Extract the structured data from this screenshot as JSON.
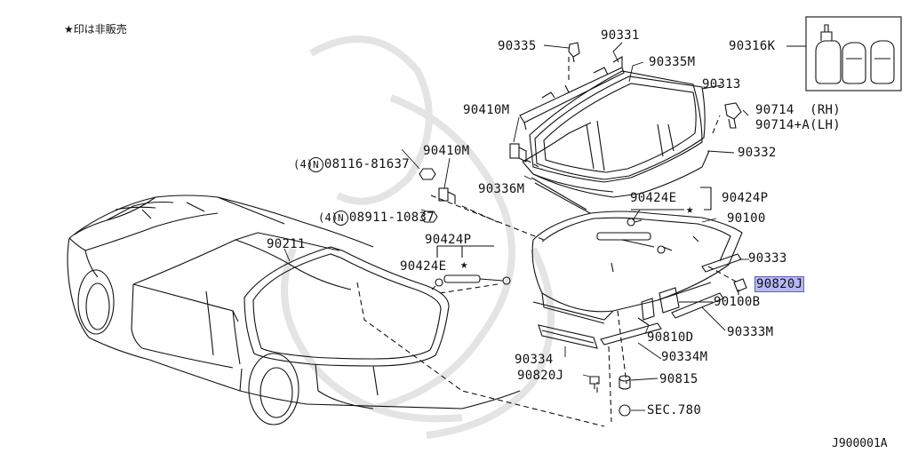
{
  "note": {
    "star": "★",
    "text": "印は非販売"
  },
  "diagram_code": "J900001A",
  "parts": {
    "p90335": "90335",
    "p90331": "90331",
    "p90335M": "90335M",
    "p90316K": "90316K",
    "p90313": "90313",
    "p90410M_a": "90410M",
    "p90714": "90714  (RH)",
    "p90714A": "90714+A(LH)",
    "p90332": "90332",
    "bolt1_code": "08116-81637",
    "bolt1_qty": "(4)",
    "p90410M_b": "90410M",
    "p90336M": "90336M",
    "p90424E_a": "90424E",
    "p90424P_a": "90424P",
    "bolt2_code": "08911-10837",
    "bolt2_qty": "(4)",
    "p90100": "90100",
    "p90211": "90211",
    "p90424P_b": "90424P",
    "p90424E_b": "90424E",
    "p90333": "90333",
    "p90820J_hl": "90820J",
    "p90100B": "90100B",
    "p90333M": "90333M",
    "p90810D": "90810D",
    "p90334": "90334",
    "p90334M": "90334M",
    "p90820J": "90820J",
    "p90815": "90815",
    "sec780": "SEC.780"
  },
  "marks": {
    "circle_n": "N",
    "star": "★"
  }
}
